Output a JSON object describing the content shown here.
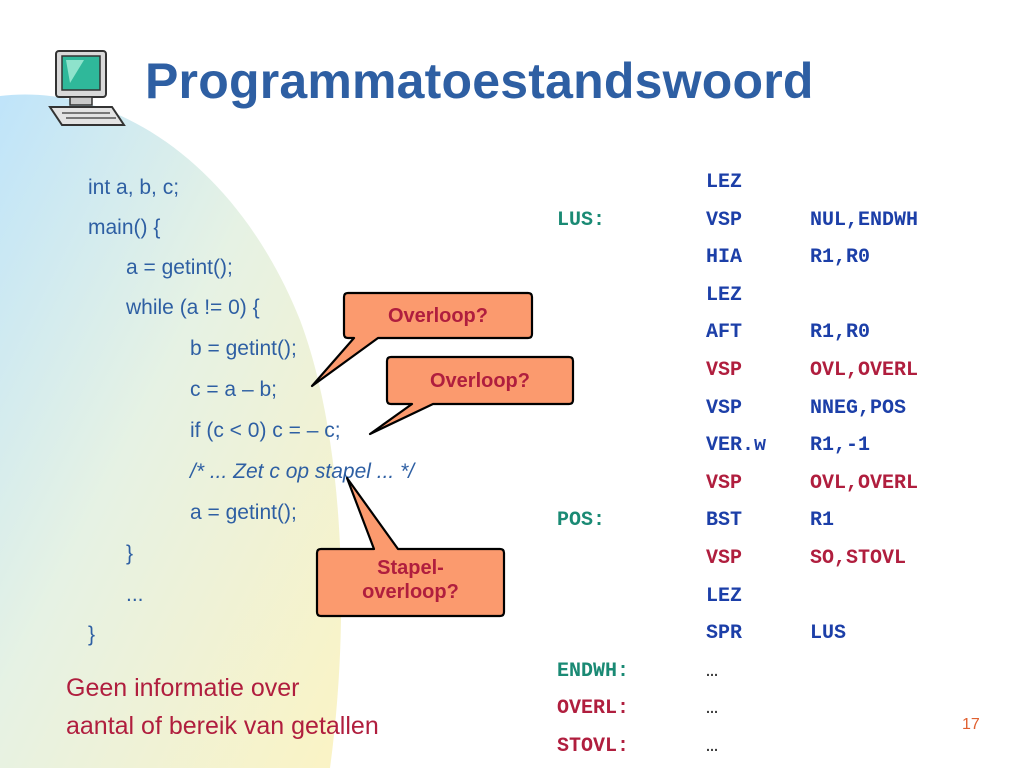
{
  "slide": {
    "title": "Programmatoestandswoord",
    "page_number": "17"
  },
  "code": [
    "int a, b, c;",
    "main() {",
    "a = getint();",
    "while (a != 0) {",
    "b = getint();",
    "c = a – b;",
    "if (c < 0) c = – c;",
    "/* ... Zet c op stapel ... */",
    "a = getint();",
    "}",
    "...",
    "}"
  ],
  "assembly": [
    {
      "label": "",
      "op": "LEZ",
      "arg": "",
      "label_color": "#1A8A74",
      "op_color": "#1C3FA8",
      "arg_color": "#1C3FA8"
    },
    {
      "label": "LUS:",
      "op": "VSP",
      "arg": "NUL,ENDWH",
      "label_color": "#1A8A74",
      "op_color": "#1C3FA8",
      "arg_color": "#1C3FA8"
    },
    {
      "label": "",
      "op": "HIA",
      "arg": "R1,R0",
      "label_color": "#1A8A74",
      "op_color": "#1C3FA8",
      "arg_color": "#1C3FA8"
    },
    {
      "label": "",
      "op": "LEZ",
      "arg": "",
      "label_color": "#1A8A74",
      "op_color": "#1C3FA8",
      "arg_color": "#1C3FA8"
    },
    {
      "label": "",
      "op": "AFT",
      "arg": "R1,R0",
      "label_color": "#1A8A74",
      "op_color": "#1C3FA8",
      "arg_color": "#1C3FA8"
    },
    {
      "label": "",
      "op": "VSP",
      "arg": "OVL,OVERL",
      "label_color": "#1A8A74",
      "op_color": "#B01E3E",
      "arg_color": "#B01E3E"
    },
    {
      "label": "",
      "op": "VSP",
      "arg": "NNEG,POS",
      "label_color": "#1A8A74",
      "op_color": "#1C3FA8",
      "arg_color": "#1C3FA8"
    },
    {
      "label": "",
      "op": "VER.w",
      "arg": "R1,-1",
      "label_color": "#1A8A74",
      "op_color": "#1C3FA8",
      "arg_color": "#1C3FA8"
    },
    {
      "label": "",
      "op": "VSP",
      "arg": "OVL,OVERL",
      "label_color": "#1A8A74",
      "op_color": "#B01E3E",
      "arg_color": "#B01E3E"
    },
    {
      "label": "POS:",
      "op": "BST",
      "arg": "R1",
      "label_color": "#1A8A74",
      "op_color": "#1C3FA8",
      "arg_color": "#1C3FA8"
    },
    {
      "label": "",
      "op": "VSP",
      "arg": "SO,STOVL",
      "label_color": "#1A8A74",
      "op_color": "#B01E3E",
      "arg_color": "#B01E3E"
    },
    {
      "label": "",
      "op": "LEZ",
      "arg": "",
      "label_color": "#1A8A74",
      "op_color": "#1C3FA8",
      "arg_color": "#1C3FA8"
    },
    {
      "label": "",
      "op": "SPR",
      "arg": "LUS",
      "label_color": "#1A8A74",
      "op_color": "#1C3FA8",
      "arg_color": "#1C3FA8"
    },
    {
      "label": "ENDWH:",
      "op": "…",
      "arg": "",
      "label_color": "#1A8A74",
      "op_color": "#222222",
      "arg_color": "#222222"
    },
    {
      "label": "OVERL:",
      "op": "…",
      "arg": "",
      "label_color": "#B01E3E",
      "op_color": "#222222",
      "arg_color": "#222222"
    },
    {
      "label": "STOVL:",
      "op": "…",
      "arg": "",
      "label_color": "#B01E3E",
      "op_color": "#222222",
      "arg_color": "#222222"
    }
  ],
  "callouts": {
    "overflow1": "Overloop?",
    "overflow2": "Overloop?",
    "stack_line1": "Stapel-",
    "stack_line2": "overloop?"
  },
  "note": {
    "line1": "Geen informatie over",
    "line2": "aantal of bereik van getallen"
  },
  "colors": {
    "title": "#2E5FA3",
    "code_text": "#2E5FA3",
    "label_green": "#1A8A74",
    "instr_blue": "#1C3FA8",
    "highlight_red": "#B01E3E",
    "callout_fill": "#FB9A6E",
    "page_number": "#E06030"
  }
}
